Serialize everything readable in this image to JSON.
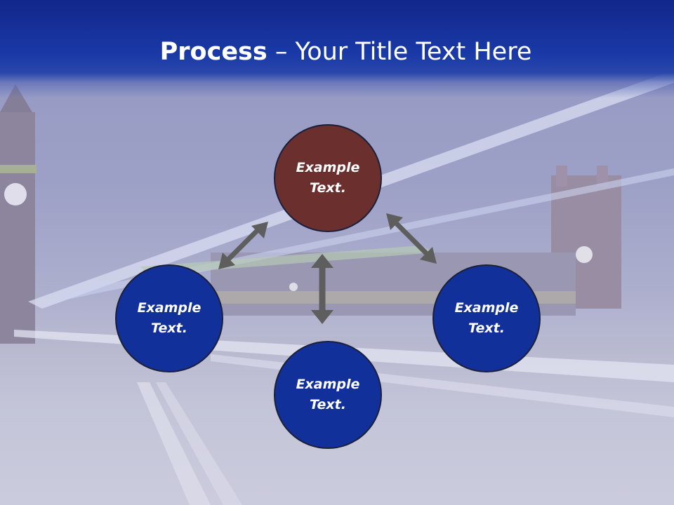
{
  "title": {
    "bold": "Process",
    "rest": " – Your Title Text Here"
  },
  "nodes": [
    {
      "label": "Example\nText."
    },
    {
      "label": "Example\nText."
    },
    {
      "label": "Example\nText."
    },
    {
      "label": "Example\nText."
    }
  ],
  "colors": {
    "title_bar": "#1a3aa8",
    "center_node": "#6b2f2e",
    "outer_node": "#12309a",
    "arrow": "#5e5e5e"
  }
}
